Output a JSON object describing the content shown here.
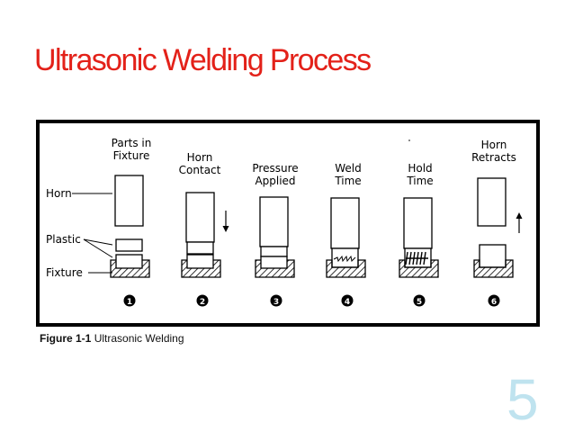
{
  "slide": {
    "title": "Ultrasonic Welding Process",
    "page_number": "5"
  },
  "figure": {
    "caption_number": "Figure 1-1",
    "caption_text": "Ultrasonic Welding",
    "side_labels": [
      "Horn",
      "Plastic",
      "Fixture"
    ],
    "stages": [
      {
        "step": "1",
        "label_lines": [
          "Parts in",
          "Fixture"
        ]
      },
      {
        "step": "2",
        "label_lines": [
          "Horn",
          "Contact"
        ]
      },
      {
        "step": "3",
        "label_lines": [
          "Pressure",
          "Applied"
        ]
      },
      {
        "step": "4",
        "label_lines": [
          "Weld",
          "Time"
        ]
      },
      {
        "step": "5",
        "label_lines": [
          "Hold",
          "Time"
        ]
      },
      {
        "step": "6",
        "label_lines": [
          "Horn",
          "Retracts"
        ]
      }
    ]
  },
  "colors": {
    "title": "#e32119",
    "page_number": "#bfe3ef",
    "frame": "#000000"
  }
}
